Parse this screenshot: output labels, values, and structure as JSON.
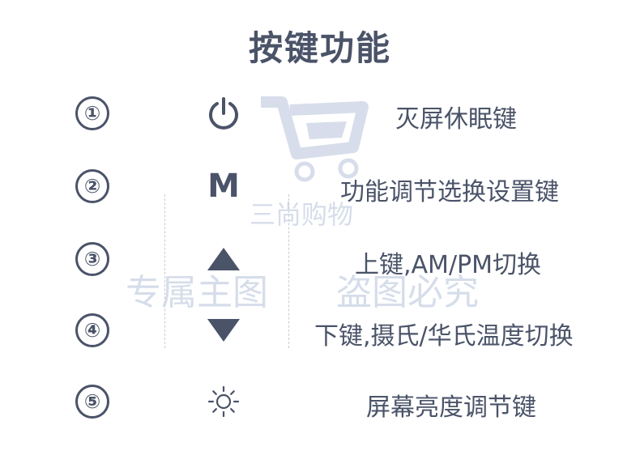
{
  "title": "按键功能",
  "rows": [
    {
      "number": "①",
      "icon": "power-icon",
      "label": "灭屏休眠键"
    },
    {
      "number": "②",
      "icon_text": "M",
      "label": "功能调节选换设置键"
    },
    {
      "number": "③",
      "icon": "triangle-up-icon",
      "label": "上键,AM/PM切换"
    },
    {
      "number": "④",
      "icon": "triangle-down-icon",
      "label": "下键,摄氏/华氏温度切换"
    },
    {
      "number": "⑤",
      "icon": "sun-icon",
      "label": "屏幕亮度调节键"
    }
  ],
  "watermark": {
    "shop": "三尚购物",
    "left": "专属主图",
    "right": "盗图必究"
  },
  "colors": {
    "text": "#4a5368",
    "watermark": "#c9d2e4"
  }
}
